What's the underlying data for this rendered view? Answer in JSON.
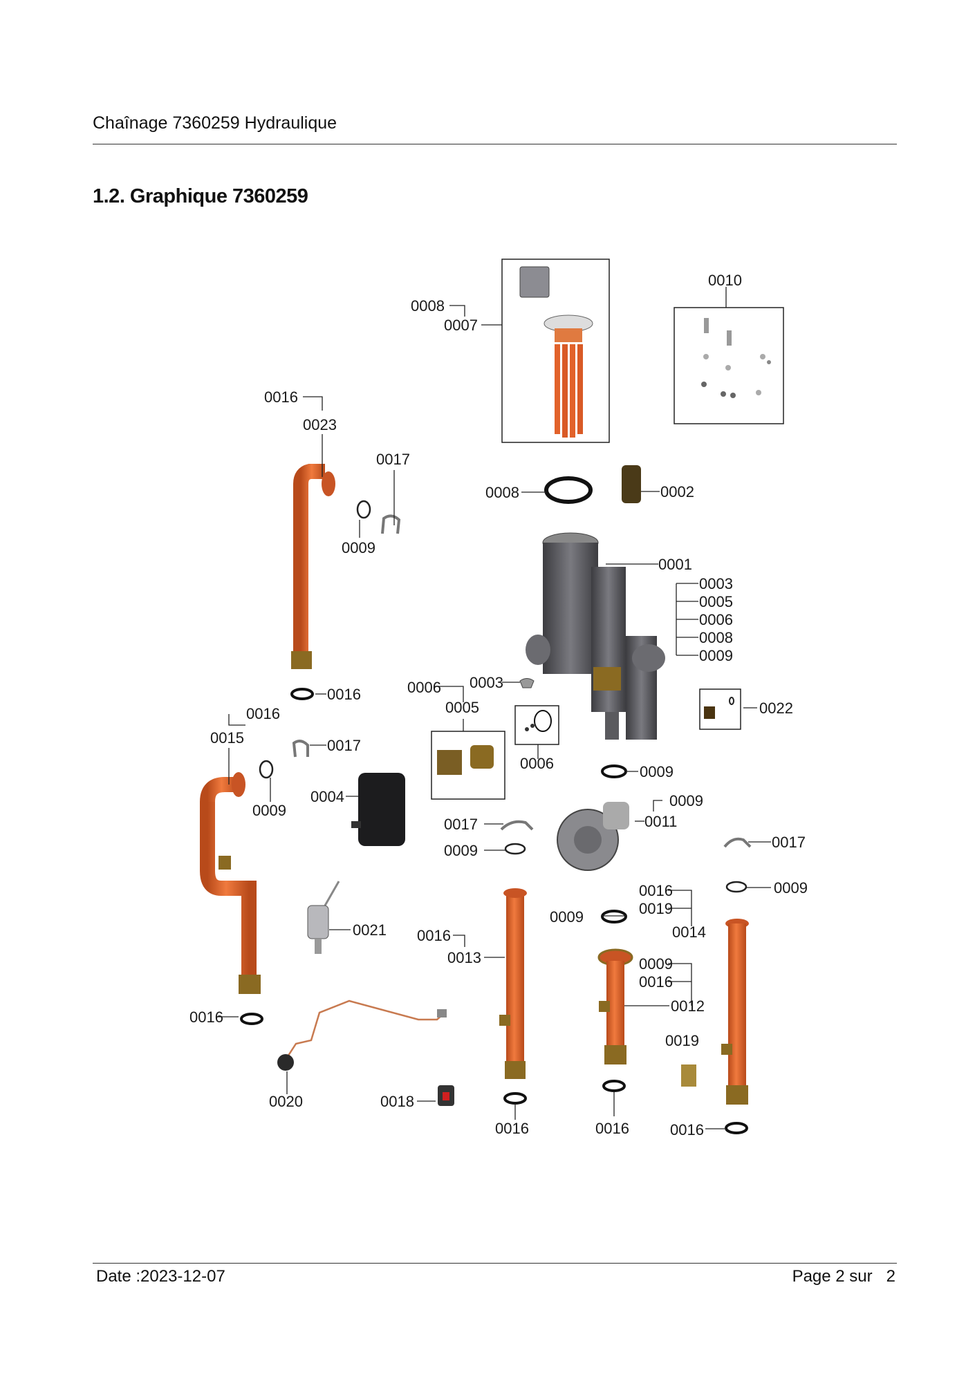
{
  "header": {
    "title": "Chaînage 7360259 Hydraulique"
  },
  "section": {
    "title": "1.2. Graphique 7360259"
  },
  "footer": {
    "date": "Date :2023-12-07",
    "page": "Page 2 sur   2"
  },
  "diagram": {
    "colors": {
      "pipe": "#e2622a",
      "pipe_dark": "#b84a1a",
      "brass": "#8a6a22",
      "body": "#5a5a5e",
      "line": "#222222"
    },
    "labels": [
      {
        "id": "l-0008a",
        "text": "0008"
      },
      {
        "id": "l-0007",
        "text": "0007"
      },
      {
        "id": "l-0010",
        "text": "0010"
      },
      {
        "id": "l-0016a",
        "text": "0016"
      },
      {
        "id": "l-0023",
        "text": "0023"
      },
      {
        "id": "l-0017a",
        "text": "0017"
      },
      {
        "id": "l-0009a",
        "text": "0009"
      },
      {
        "id": "l-0008b",
        "text": "0008"
      },
      {
        "id": "l-0002",
        "text": "0002"
      },
      {
        "id": "l-0001",
        "text": "0001"
      },
      {
        "id": "l-0003a",
        "text": "0003"
      },
      {
        "id": "l-0005a",
        "text": "0005"
      },
      {
        "id": "l-0006a",
        "text": "0006"
      },
      {
        "id": "l-0008c",
        "text": "0008"
      },
      {
        "id": "l-0009b",
        "text": "0009"
      },
      {
        "id": "l-0016b",
        "text": "0016"
      },
      {
        "id": "l-0006b",
        "text": "0006"
      },
      {
        "id": "l-0003b",
        "text": "0003"
      },
      {
        "id": "l-0005b",
        "text": "0005"
      },
      {
        "id": "l-0022",
        "text": "0022"
      },
      {
        "id": "l-0016c",
        "text": "0016"
      },
      {
        "id": "l-0015",
        "text": "0015"
      },
      {
        "id": "l-0017b",
        "text": "0017"
      },
      {
        "id": "l-0006c",
        "text": "0006"
      },
      {
        "id": "l-0009c",
        "text": "0009"
      },
      {
        "id": "l-0004",
        "text": "0004"
      },
      {
        "id": "l-0009d",
        "text": "0009"
      },
      {
        "id": "l-0009e",
        "text": "0009"
      },
      {
        "id": "l-0011",
        "text": "0011"
      },
      {
        "id": "l-0017c",
        "text": "0017"
      },
      {
        "id": "l-0009f",
        "text": "0009"
      },
      {
        "id": "l-0017d",
        "text": "0017"
      },
      {
        "id": "l-0009g",
        "text": "0009"
      },
      {
        "id": "l-0016d",
        "text": "0016"
      },
      {
        "id": "l-0019a",
        "text": "0019"
      },
      {
        "id": "l-0014",
        "text": "0014"
      },
      {
        "id": "l-0009h",
        "text": "0009"
      },
      {
        "id": "l-0021",
        "text": "0021"
      },
      {
        "id": "l-0016e",
        "text": "0016"
      },
      {
        "id": "l-0013",
        "text": "0013"
      },
      {
        "id": "l-0009i",
        "text": "0009"
      },
      {
        "id": "l-0016f",
        "text": "0016"
      },
      {
        "id": "l-0012",
        "text": "0012"
      },
      {
        "id": "l-0016g",
        "text": "0016"
      },
      {
        "id": "l-0019b",
        "text": "0019"
      },
      {
        "id": "l-0020",
        "text": "0020"
      },
      {
        "id": "l-0018",
        "text": "0018"
      },
      {
        "id": "l-0016h",
        "text": "0016"
      },
      {
        "id": "l-0016i",
        "text": "0016"
      },
      {
        "id": "l-0016j",
        "text": "0016"
      }
    ]
  }
}
